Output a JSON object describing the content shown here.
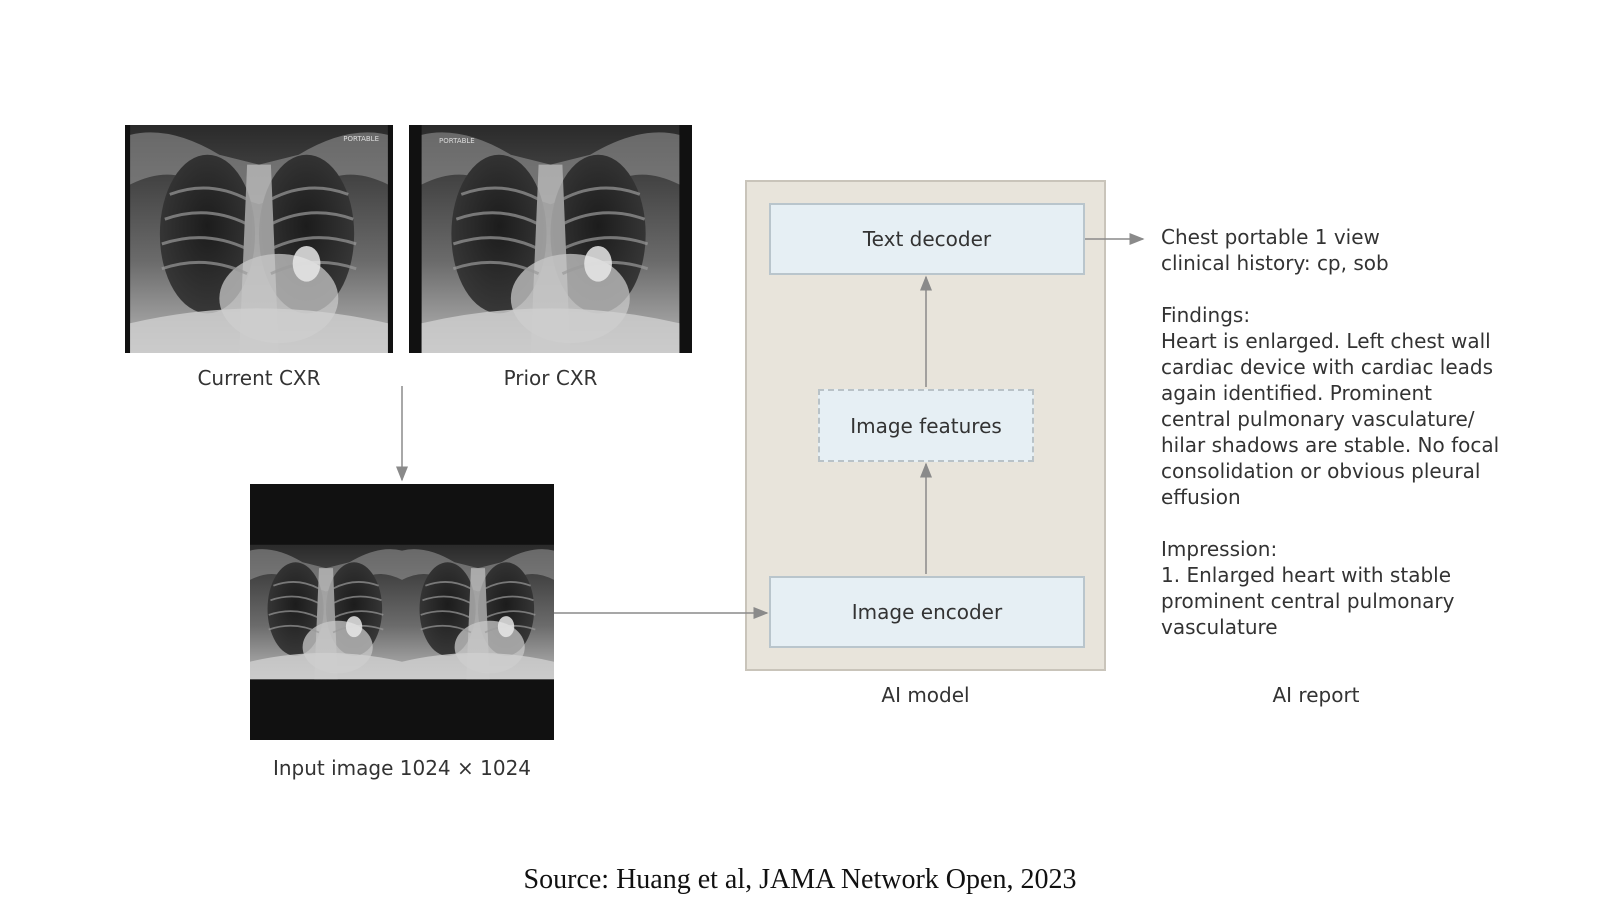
{
  "images": {
    "current": {
      "caption": "Current CXR",
      "overlay_text": "PORTABLE"
    },
    "prior": {
      "caption": "Prior CXR",
      "overlay_text": "PORTABLE"
    },
    "input": {
      "caption": "Input image 1024 × 1024"
    }
  },
  "model": {
    "caption": "AI model",
    "text_decoder": "Text decoder",
    "image_features": "Image features",
    "image_encoder": "Image encoder"
  },
  "report": {
    "caption": "AI report",
    "header_lines": [
      "Chest portable 1 view",
      "clinical history: cp, sob"
    ],
    "findings_title": "Findings:",
    "findings_text": "Heart is enlarged. Left chest wall cardiac device with cardiac leads again identified. Prominent central pulmonary vasculature/ hilar shadows are stable. No focal consolidation or obvious pleural effusion",
    "impression_title": "Impression:",
    "impression_text": "1. Enlarged heart with stable prominent central pulmonary vasculature"
  },
  "source": "Source: Huang et al, JAMA Network Open, 2023",
  "colors": {
    "panel": "#e8e4db",
    "box": "#e6eff4",
    "arrow": "#8a8a8a"
  }
}
